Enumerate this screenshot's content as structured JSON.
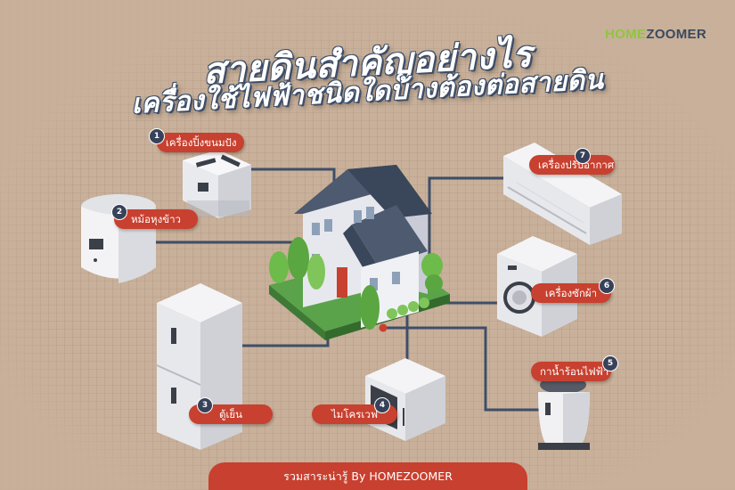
{
  "title_line1": "สายดินสำคัญอย่างไร",
  "title_line2": "เครื่องใช้ไฟฟ้าชนิดใดบ้างต้องต่อสายดิน",
  "brand": {
    "part1": "HOME",
    "part2": "ZOOMER"
  },
  "appliances": [
    {
      "number": "1",
      "label": "เครื่องปิ้งขนมปัง",
      "icon": "toaster-icon"
    },
    {
      "number": "2",
      "label": "หม้อหุงข้าว",
      "icon": "rice-cooker-icon"
    },
    {
      "number": "3",
      "label": "ตู้เย็น",
      "icon": "refrigerator-icon"
    },
    {
      "number": "4",
      "label": "ไมโครเวฟ",
      "icon": "microwave-icon"
    },
    {
      "number": "5",
      "label": "กาน้ำร้อนไฟฟ้า",
      "icon": "electric-kettle-icon"
    },
    {
      "number": "6",
      "label": "เครื่องซักผ้า",
      "icon": "washing-machine-icon"
    },
    {
      "number": "7",
      "label": "เครื่องปรับอากาศ",
      "icon": "air-conditioner-icon"
    }
  ],
  "footer": "รวมสาระน่ารู้ By HOMEZOOMER",
  "colors": {
    "background": "#c8b09a",
    "label": "#c8402f",
    "badge": "#37425a",
    "wire": "#3e4e68",
    "brand_green": "#8fc63e"
  }
}
